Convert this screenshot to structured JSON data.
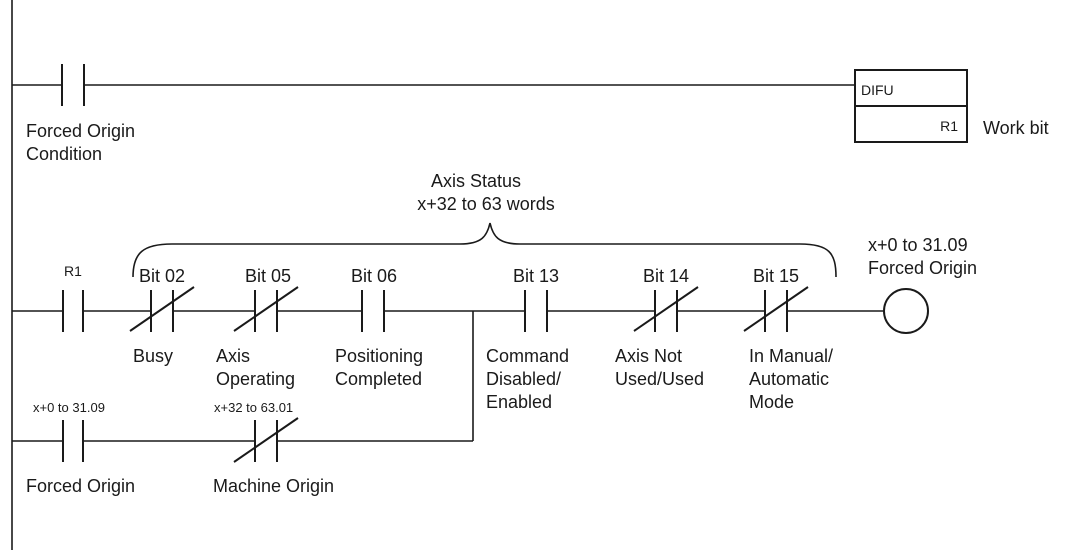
{
  "rung1": {
    "contact": {
      "type": "NO",
      "label_lines": [
        "Forced Origin",
        "Condition"
      ]
    },
    "instruction": {
      "mnemonic": "DIFU",
      "operand": "R1",
      "note": "Work bit"
    }
  },
  "rung2": {
    "brace_label_lines": [
      "Axis Status",
      "x+32 to 63 words"
    ],
    "contacts": [
      {
        "id": "r1",
        "type": "NO",
        "top": "R1",
        "bottom": []
      },
      {
        "id": "bit02",
        "type": "NC",
        "top": "Bit 02",
        "bottom": [
          "Busy"
        ]
      },
      {
        "id": "bit05",
        "type": "NC",
        "top": "Bit 05",
        "bottom": [
          "Axis",
          "Operating"
        ]
      },
      {
        "id": "bit06",
        "type": "NO",
        "top": "Bit 06",
        "bottom": [
          "Positioning",
          "Completed"
        ]
      },
      {
        "id": "bit13",
        "type": "NO",
        "top": "Bit 13",
        "bottom": [
          "Command",
          "Disabled/",
          "Enabled"
        ]
      },
      {
        "id": "bit14",
        "type": "NC",
        "top": "Bit 14",
        "bottom": [
          "Axis Not",
          "Used/Used"
        ]
      },
      {
        "id": "bit15",
        "type": "NC",
        "top": "Bit 15",
        "bottom": [
          "In Manual/",
          "Automatic",
          "Mode"
        ]
      }
    ],
    "coil": {
      "label_lines": [
        "x+0 to 31.09",
        "Forced Origin"
      ]
    },
    "branch": [
      {
        "id": "forced-origin",
        "type": "NO",
        "top": "x+0 to 31.09",
        "bottom": "Forced Origin"
      },
      {
        "id": "machine-origin",
        "type": "NC",
        "top": "x+32 to 63.01",
        "bottom": "Machine Origin"
      }
    ]
  }
}
